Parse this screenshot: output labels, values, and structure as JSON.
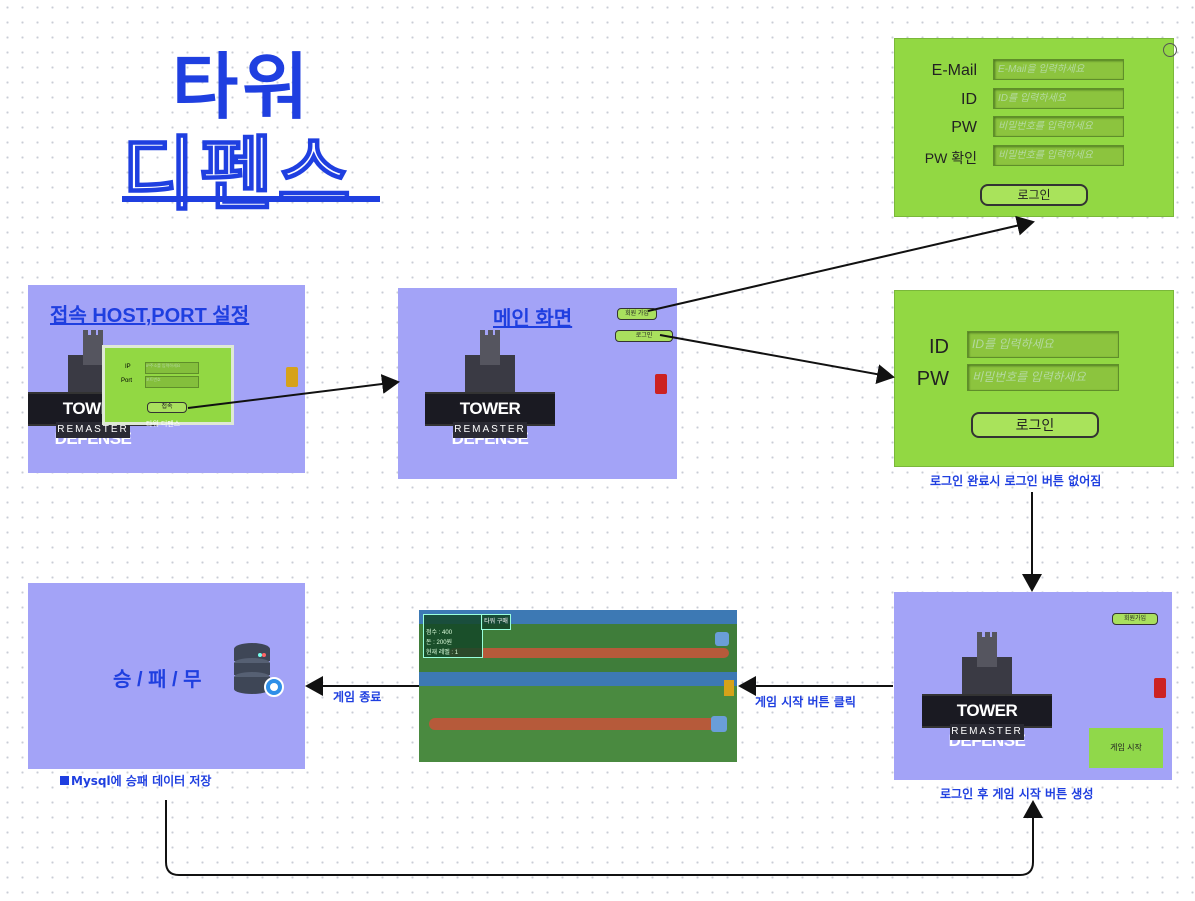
{
  "title": {
    "line1": "타워",
    "line2": "디펜스"
  },
  "logo": {
    "banner": "TOWER DEFENSE",
    "sub": "REMASTER"
  },
  "panel_connect": {
    "title": "접속 HOST,PORT 설정",
    "ip_label": "IP",
    "port_label": "Port",
    "connect_btn": "접속",
    "ip_placeholder": "IP주소를 입력하세요",
    "port_placeholder": "포트번호",
    "caption": "타워 디펜스"
  },
  "panel_main": {
    "title": "메인 화면",
    "signup_btn": "회원 가입",
    "login_btn": "로그인"
  },
  "panel_signup": {
    "email_label": "E-Mail",
    "email_placeholder": "E-Mail을 입력하세요",
    "id_label": "ID",
    "id_placeholder": "ID를 입력하세요",
    "pw_label": "PW",
    "pw_placeholder": "비밀번호를 입력하세요",
    "pwc_label": "PW 확인",
    "pwc_placeholder": "비밀번호를 입력하세요",
    "submit_btn": "로그인"
  },
  "panel_login": {
    "id_label": "ID",
    "id_placeholder": "ID를 입력하세요",
    "pw_label": "PW",
    "pw_placeholder": "비밀번호를 입력하세요",
    "submit_btn": "로그인",
    "caption": "로그인 완료시 로그인 버튼 없어짐"
  },
  "panel_after_login": {
    "signup_btn": "회원가입",
    "start_btn": "게임 시작",
    "caption": "로그인 후 게임 시작 버튼 생성"
  },
  "panel_game": {
    "tower_btn": "타워 구매",
    "score": "점수 : 400",
    "hud_2": "돈 : 200원",
    "level": "현재 레벨 : 1"
  },
  "panel_result": {
    "text": "승 / 패 / 무",
    "caption": "Mysql에 승패 데이터 저장"
  },
  "arrows": {
    "start_click": "게임 시작 버튼 클릭",
    "game_end": "게임 종료"
  },
  "colors": {
    "accent": "#1f3fe0",
    "panel": "#a3a3f7",
    "form": "#92d843"
  }
}
